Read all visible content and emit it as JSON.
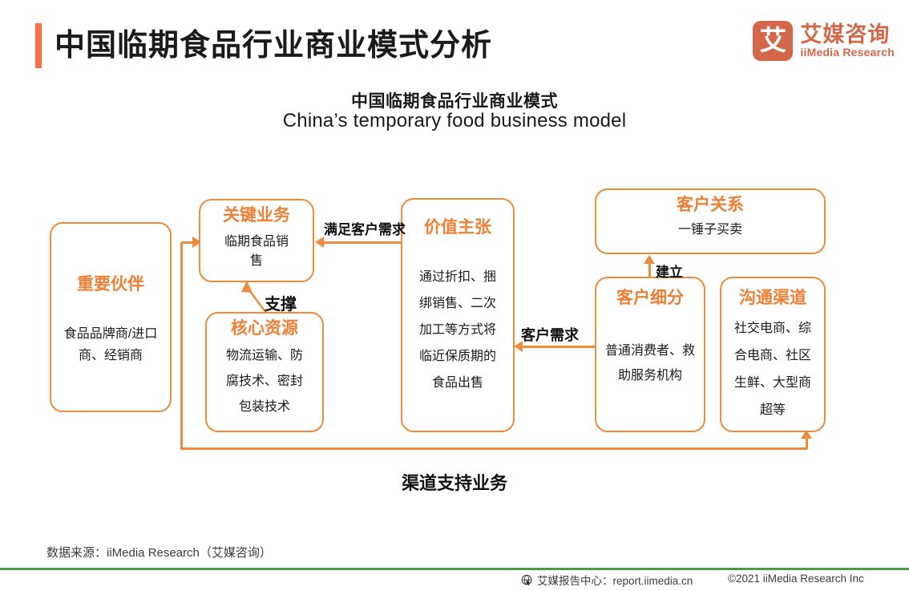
{
  "header": {
    "title": "中国临期食品行业商业模式分析",
    "accent_color": "#fa6e46",
    "brand": {
      "mark": "艾",
      "name_cn": "艾媒咨询",
      "name_en": "iiMedia Research",
      "color": "#d4674a"
    }
  },
  "chart_data": {
    "type": "diagram",
    "title": "中国临期食品行业商业模式",
    "subtitle": "China’s temporary food business model",
    "border_color": "#ed8b3f",
    "heading_color": "#ee7f35",
    "nodes": [
      {
        "id": "partners",
        "heading": "重要伙伴",
        "body": "食品品牌商/进口商、经销商"
      },
      {
        "id": "key-activities",
        "heading": "关键业务",
        "body": "临期食品销售"
      },
      {
        "id": "key-resources",
        "heading": "核心资源",
        "body": "物流运输、防腐技术、密封包装技术"
      },
      {
        "id": "value-proposition",
        "heading": "价值主张",
        "body": "通过折扣、捆绑销售、二次加工等方式将临近保质期的食品出售"
      },
      {
        "id": "customer-relations",
        "heading": "客户关系",
        "body": "一锤子买卖"
      },
      {
        "id": "customer-segments",
        "heading": "客户细分",
        "body": "普通消费者、救助服务机构"
      },
      {
        "id": "channels",
        "heading": "沟通渠道",
        "body": "社交电商、综合电商、社区生鲜、大型商超等"
      }
    ],
    "edges": [
      {
        "id": "satisfy-demand",
        "label": "满足客户需求",
        "from": "value-proposition",
        "to": "key-activities"
      },
      {
        "id": "support",
        "label": "支撑",
        "from": "key-resources",
        "to": "key-activities"
      },
      {
        "id": "customer-need",
        "label": "客户需求",
        "from": "customer-segments",
        "to": "value-proposition"
      },
      {
        "id": "establish",
        "label": "建立",
        "from": "customer-segments",
        "to": "customer-relations"
      },
      {
        "id": "channel-support",
        "label": "渠道支持业务",
        "from": "partners",
        "to": "channels"
      }
    ]
  },
  "footer": {
    "source": "数据来源：iiMedia Research（艾媒咨询）",
    "report_center": "艾媒报告中心：report.iimedia.cn",
    "copyright": "©2021  iiMedia Research  Inc",
    "rule_color": "#4e9a51"
  }
}
